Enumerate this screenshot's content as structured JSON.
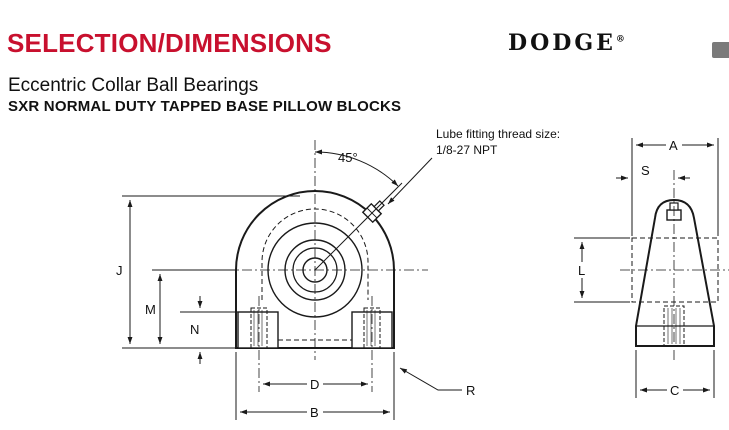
{
  "header": {
    "title": "SELECTION/DIMENSIONS",
    "brand": "DODGE",
    "trademark": "®",
    "subtitle": "Eccentric Collar Ball Bearings",
    "product_line": "SXR NORMAL DUTY TAPPED BASE PILLOW BLOCKS"
  },
  "drawing": {
    "angle_label": "45°",
    "lube_note_line1": "Lube fitting thread size:",
    "lube_note_line2": "1/8-27 NPT",
    "dims": {
      "A": "A",
      "S": "S",
      "J": "J",
      "M": "M",
      "N": "N",
      "L": "L",
      "D": "D",
      "B": "B",
      "R": "R",
      "C": "C"
    }
  },
  "colors": {
    "title_red": "#c8102e",
    "line_dark": "#1a1a1a"
  }
}
